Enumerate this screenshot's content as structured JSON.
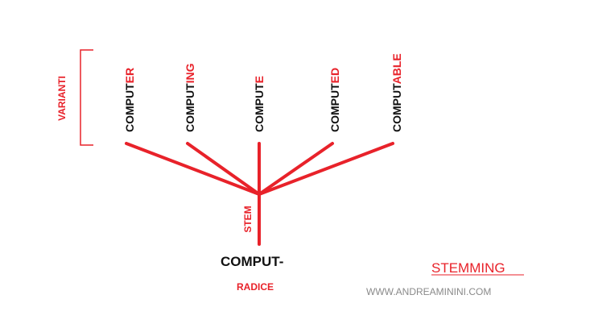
{
  "variants_label": "VARIANTI",
  "variants": [
    {
      "stem": "COMPUT",
      "suffix": "ER"
    },
    {
      "stem": "COMPUT",
      "suffix": "ING"
    },
    {
      "stem": "COMPUT",
      "suffix": "E"
    },
    {
      "stem": "COMPUT",
      "suffix": "ED"
    },
    {
      "stem": "COMPUT",
      "suffix": "ABLE"
    }
  ],
  "stem_label": "STEM",
  "root_word": "COMPUT-",
  "root_label": "RADICE",
  "title": "STEMMING",
  "website": "WWW.ANDREAMININI.COM",
  "colors": {
    "accent": "#e8222a",
    "text": "#111111",
    "muted": "#8a8a8a"
  }
}
